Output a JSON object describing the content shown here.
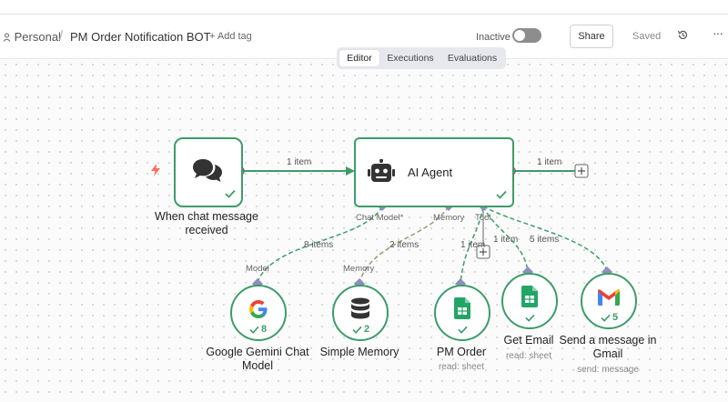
{
  "header": {
    "project": "Personal",
    "separator": "/",
    "workflow_name": "PM Order Notification BOT",
    "add_tag": "+ Add tag",
    "status": "Inactive",
    "share": "Share",
    "saved": "Saved",
    "more": "···"
  },
  "tabs": [
    {
      "label": "Editor",
      "active": true
    },
    {
      "label": "Executions",
      "active": false
    },
    {
      "label": "Evaluations",
      "active": false
    }
  ],
  "colors": {
    "accent": "#3d9c6a",
    "edge": "#555555",
    "port": "#8a8fbf",
    "trigger": "#ff6d5a"
  },
  "nodes": {
    "trigger": {
      "label_line1": "When chat message",
      "label_line2": "received"
    },
    "agent": {
      "label": "AI Agent"
    },
    "gemini": {
      "label_line1": "Google Gemini Chat",
      "label_line2": "Model",
      "count": "8"
    },
    "memory": {
      "label": "Simple Memory",
      "count": "2"
    },
    "pm_order": {
      "label": "PM Order",
      "sub": "read: sheet"
    },
    "get_email": {
      "label": "Get Email",
      "sub": "read: sheet"
    },
    "gmail": {
      "label_line1": "Send a message in",
      "label_line2": "Gmail",
      "sub": "send: message",
      "count": "5"
    }
  },
  "ports": {
    "chat_model": "Chat Model*",
    "memory": "Memory",
    "tool": "Tool",
    "model": "Model",
    "memory_in": "Memory"
  },
  "edges": {
    "trigger_to_agent": "1 item",
    "agent_out": "1 item",
    "model": "8 items",
    "memory": "2 items",
    "pm_order": "1 item",
    "get_email": "1 item",
    "gmail": "5 items"
  }
}
